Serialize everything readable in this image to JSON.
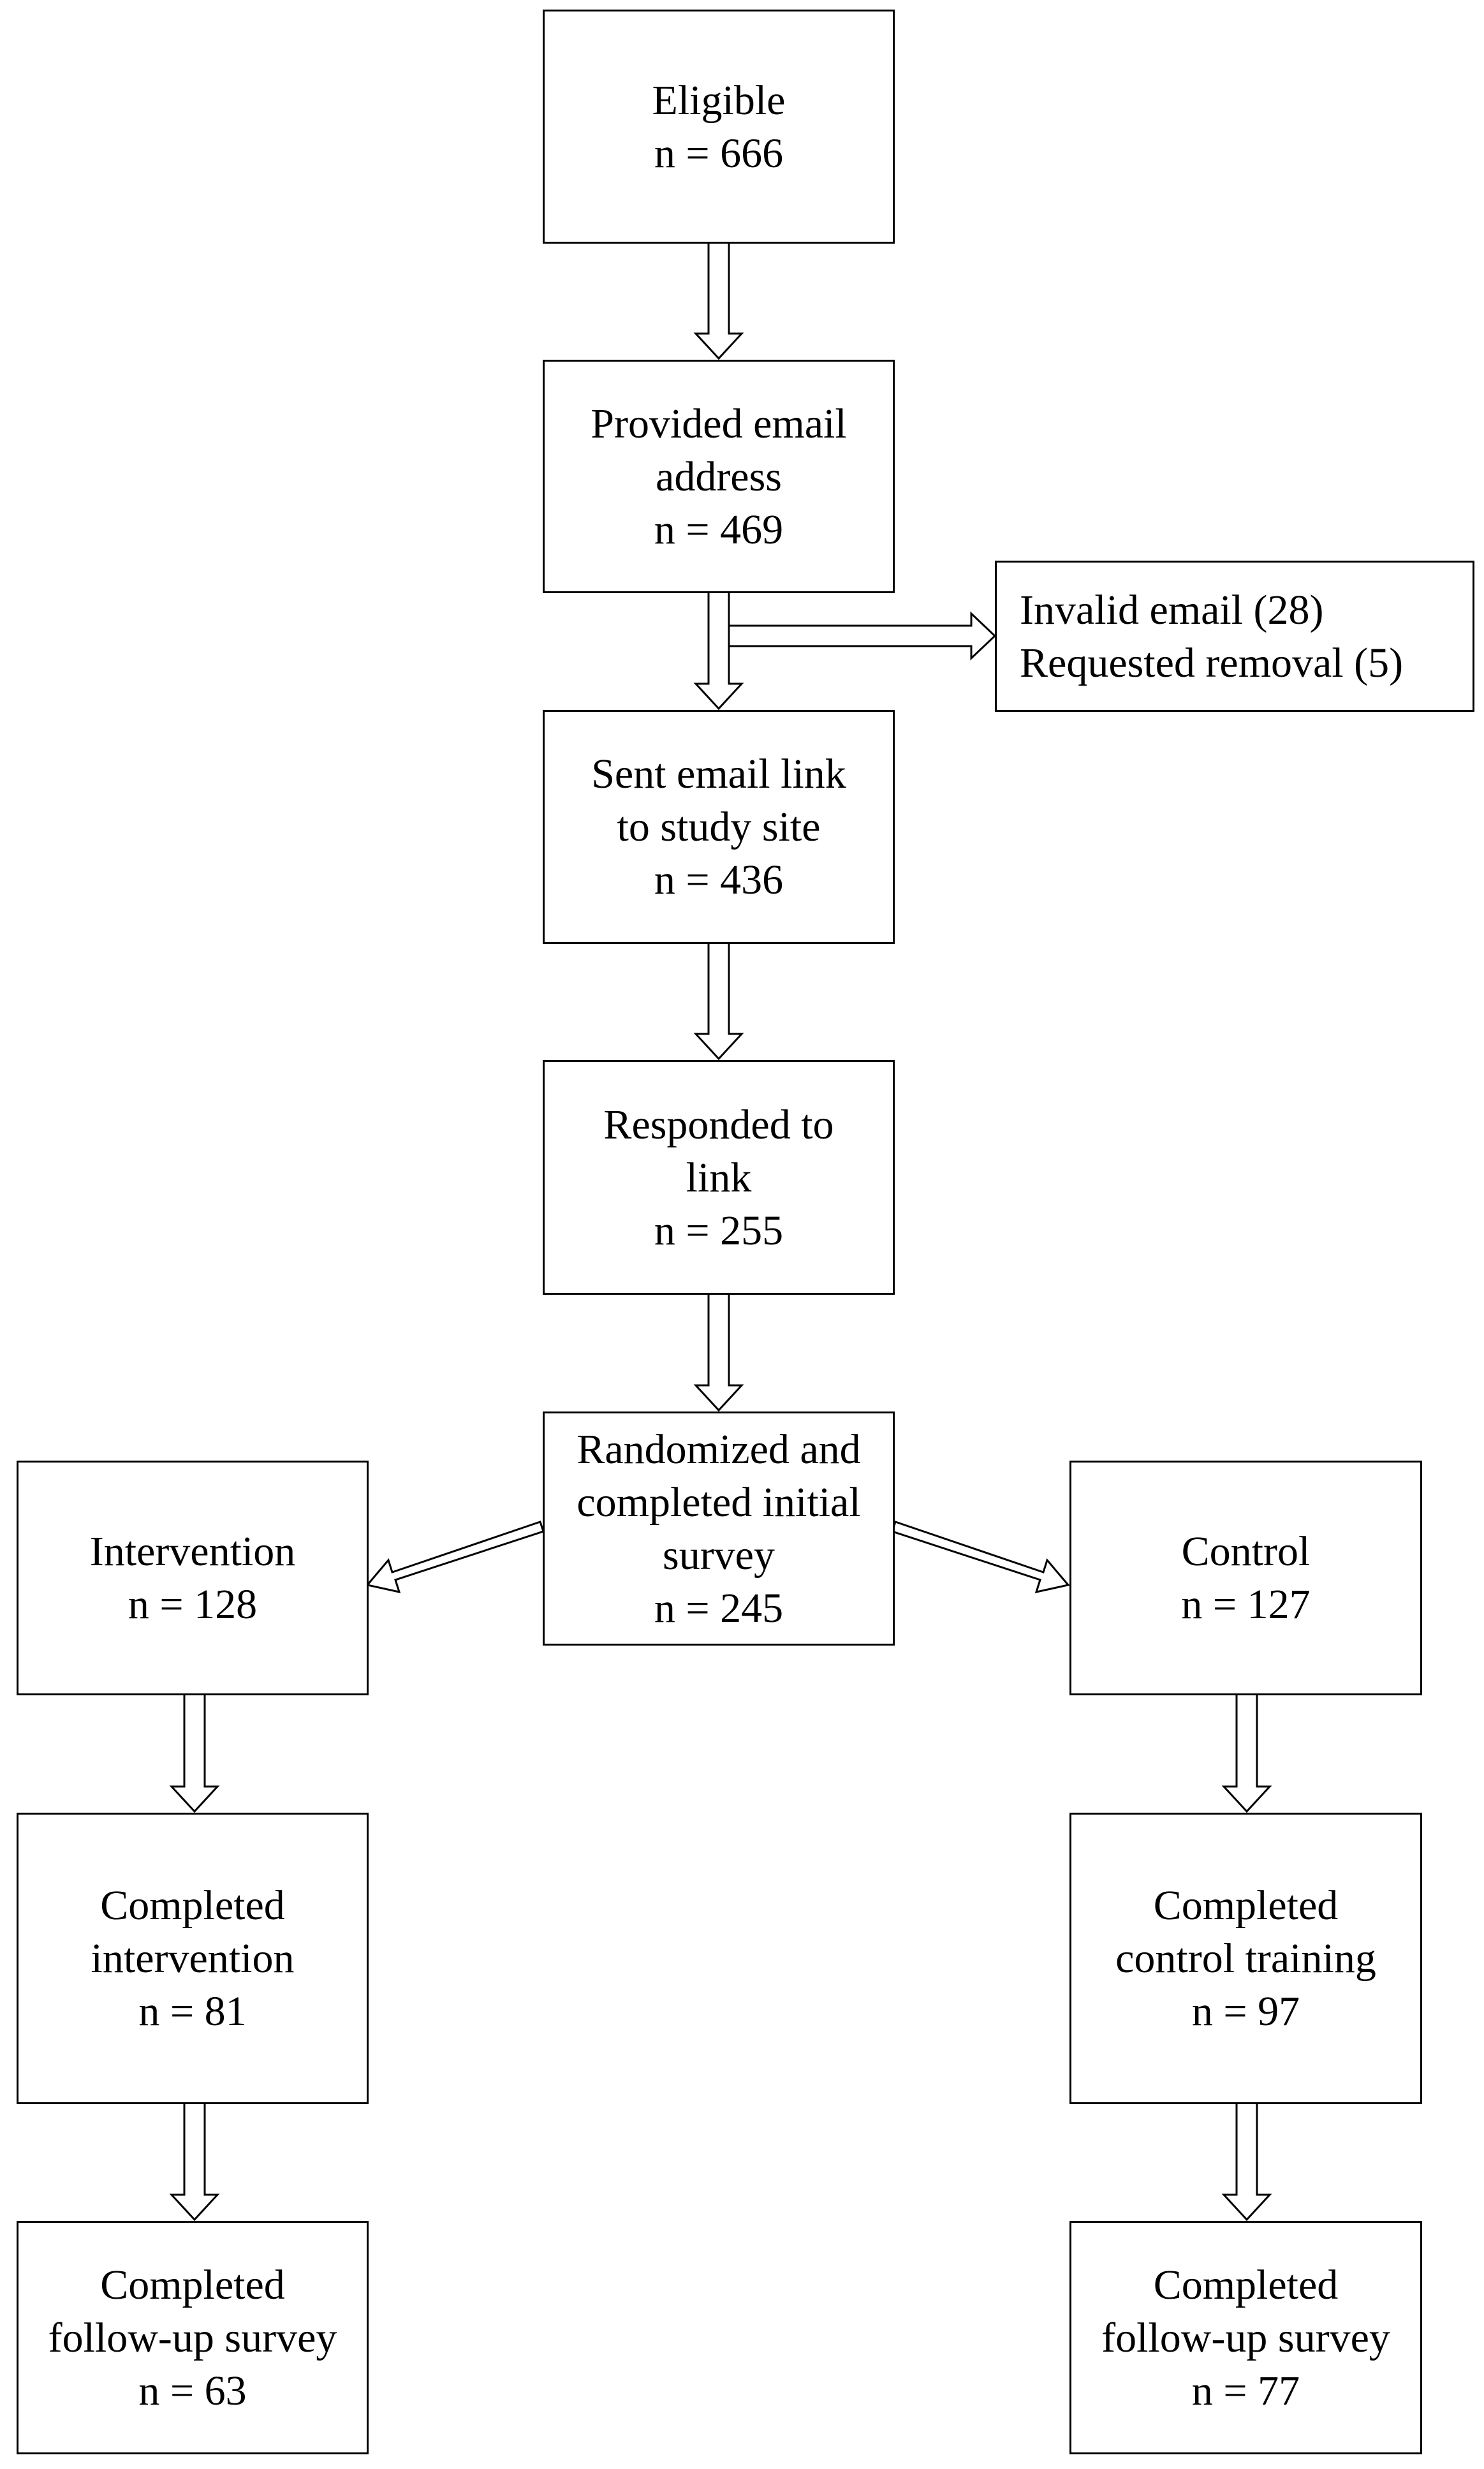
{
  "flowchart": {
    "eligible": {
      "lines": [
        "Eligible",
        "n = 666"
      ]
    },
    "provided_email": {
      "lines": [
        "Provided email",
        "address",
        "n = 469"
      ]
    },
    "excluded": {
      "lines": [
        "Invalid email (28)",
        "Requested removal (5)"
      ]
    },
    "sent_link": {
      "lines": [
        "Sent email link",
        "to study site",
        "n = 436"
      ]
    },
    "responded": {
      "lines": [
        "Responded to",
        "link",
        "n = 255"
      ]
    },
    "randomized": {
      "lines": [
        "Randomized and",
        "completed initial",
        "survey",
        "n = 245"
      ]
    },
    "intervention": {
      "lines": [
        "Intervention",
        "n = 128"
      ]
    },
    "control": {
      "lines": [
        "Control",
        "n = 127"
      ]
    },
    "completed_intervention": {
      "lines": [
        "Completed",
        "intervention",
        "n = 81"
      ]
    },
    "completed_control": {
      "lines": [
        "Completed",
        "control training",
        "n = 97"
      ]
    },
    "followup_intervention": {
      "lines": [
        "Completed",
        "follow-up survey",
        "n = 63"
      ]
    },
    "followup_control": {
      "lines": [
        "Completed",
        "follow-up survey",
        "n = 77"
      ]
    }
  },
  "colors": {
    "stroke": "#000000",
    "fill": "#ffffff"
  }
}
